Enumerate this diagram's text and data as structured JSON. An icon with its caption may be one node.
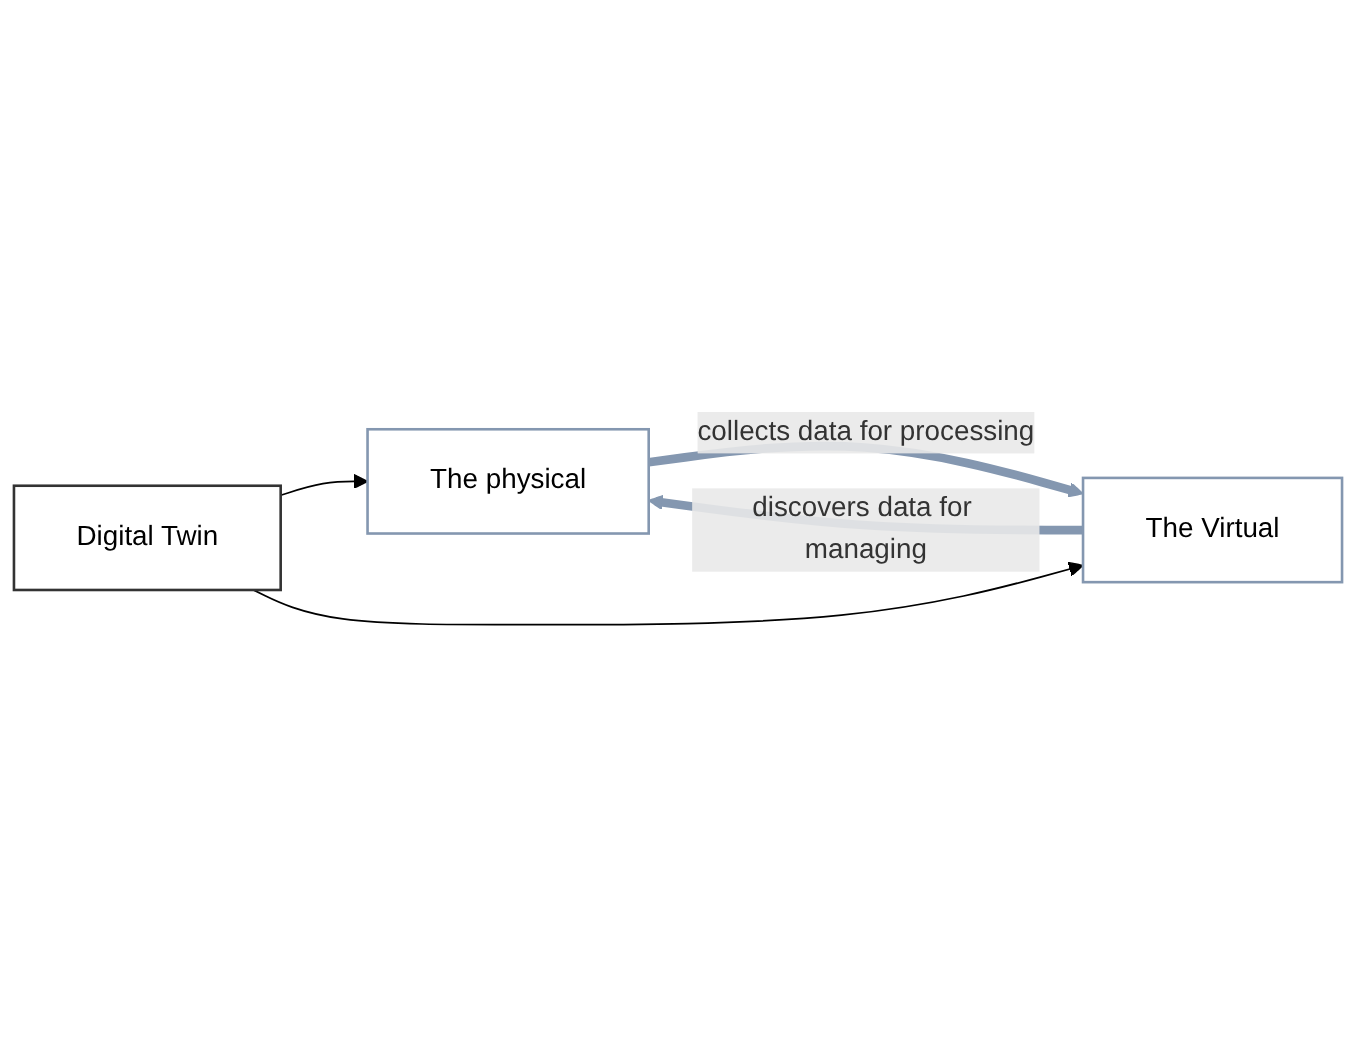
{
  "diagram": {
    "nodes": [
      {
        "text": [
          "The physical"
        ]
      },
      {
        "text": [
          "Digital Twin"
        ]
      },
      {
        "text": [
          "The Virtual"
        ]
      }
    ],
    "edges": [
      {
        "from": 0,
        "to": 2,
        "arrow": "to",
        "label": "collects data for processing",
        "style": "thick"
      },
      {
        "from": 2,
        "to": 0,
        "arrow": "to",
        "label": "discovers data for managing",
        "style": "thick"
      },
      {
        "from": 1,
        "to": 0,
        "arrow": "to",
        "color": "#000000"
      },
      {
        "from": 1,
        "to": 2,
        "arrow": "to",
        "color": "#000000"
      }
    ]
  }
}
